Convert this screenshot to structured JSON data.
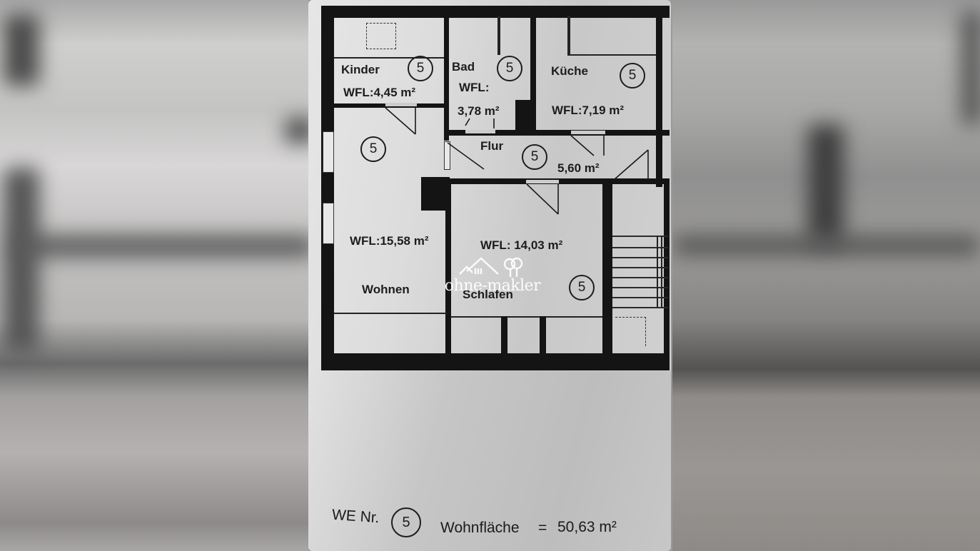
{
  "floor_plan": {
    "rooms": [
      {
        "name": "Kinder",
        "area_label": "WFL:4,45 m²",
        "unit_no": "5"
      },
      {
        "name": "Bad",
        "area_label_line1": "WFL:",
        "area_label_line2": "3,78 m²",
        "unit_no": "5"
      },
      {
        "name": "Küche",
        "area_label": "WFL:7,19 m²",
        "unit_no": "5"
      },
      {
        "name": "Flur",
        "area_label": "5,60 m²",
        "unit_no": "5"
      },
      {
        "name": "Wohnen",
        "area_label": "WFL:15,58 m²",
        "unit_no": "5"
      },
      {
        "name": "Schlafen",
        "area_label": "WFL: 14,03 m²",
        "unit_no": "5"
      }
    ],
    "footer": {
      "we_label": "WE Nr.",
      "we_number": "5",
      "total_label": "Wohnfläche",
      "equals": "=",
      "total_value": "50,63 m²"
    }
  },
  "watermark": {
    "text": "ohne-makler",
    "icons": [
      "house-icon",
      "tree-icon"
    ]
  },
  "colors": {
    "wall": "#141414",
    "paper": "#dcdcdc",
    "watermark": "#ffffff"
  }
}
